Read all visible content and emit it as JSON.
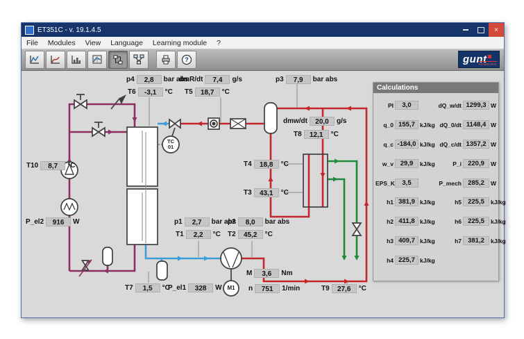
{
  "window": {
    "title": "ET351C - v. 19.1.4.5",
    "controls": {
      "close": "×"
    }
  },
  "menu": {
    "items": [
      "File",
      "Modules",
      "View",
      "Language",
      "Learning module",
      "?"
    ]
  },
  "toolbar": {
    "help_glyph": "?"
  },
  "logo": {
    "text": "gunt",
    "subtext": "HAMBURG"
  },
  "diagram": {
    "tc_label": "TC\n01",
    "motor_label": "M1",
    "sensors": {
      "p4": {
        "label": "p4",
        "value": "2,8",
        "unit": "bar abs"
      },
      "dmR": {
        "label": "dmR/dt",
        "value": "7,4",
        "unit": "g/s"
      },
      "T6": {
        "label": "T6",
        "value": "-3,1",
        "unit": "°C"
      },
      "T5": {
        "label": "T5",
        "value": "18,7",
        "unit": "°C"
      },
      "p3": {
        "label": "p3",
        "value": "7,9",
        "unit": "bar abs"
      },
      "dmw": {
        "label": "dmw/dt",
        "value": "20,0",
        "unit": "g/s"
      },
      "T8": {
        "label": "T8",
        "value": "12,1",
        "unit": "°C"
      },
      "T4": {
        "label": "T4",
        "value": "18,8",
        "unit": "°C"
      },
      "T3": {
        "label": "T3",
        "value": "43,1",
        "unit": "°C"
      },
      "p1": {
        "label": "p1",
        "value": "2,7",
        "unit": "bar abs"
      },
      "T1": {
        "label": "T1",
        "value": "2,2",
        "unit": "°C"
      },
      "p2": {
        "label": "p2",
        "value": "8,0",
        "unit": "bar abs"
      },
      "T2": {
        "label": "T2",
        "value": "45,2",
        "unit": "°C"
      },
      "T7": {
        "label": "T7",
        "value": "1,5",
        "unit": "°C"
      },
      "Pel1": {
        "label": "P_el1",
        "value": "328",
        "unit": "W"
      },
      "M": {
        "label": "M",
        "value": "3,6",
        "unit": "Nm"
      },
      "n": {
        "label": "n",
        "value": "751",
        "unit": "1/min"
      },
      "T9": {
        "label": "T9",
        "value": "27,6",
        "unit": "°C"
      },
      "T10": {
        "label": "T10",
        "value": "8,7",
        "unit": "°C"
      },
      "Pel2": {
        "label": "P_el2",
        "value": "916",
        "unit": "W"
      }
    }
  },
  "calc": {
    "title": "Calculations",
    "rows": [
      {
        "ll": "PI",
        "lv": "3,0",
        "lu": "",
        "rl": "dQ_w/dt",
        "rv": "1299,3",
        "ru": "W"
      },
      {
        "ll": "q_0",
        "lv": "155,7",
        "lu": "kJ/kg",
        "rl": "dQ_0/dt",
        "rv": "1148,4",
        "ru": "W"
      },
      {
        "ll": "q_c",
        "lv": "-184,0",
        "lu": "kJ/kg",
        "rl": "dQ_c/dt",
        "rv": "1357,2",
        "ru": "W"
      },
      {
        "ll": "w_v",
        "lv": "29,9",
        "lu": "kJ/kg",
        "rl": "P_i",
        "rv": "220,9",
        "ru": "W"
      },
      {
        "ll": "EPS_K",
        "lv": "3,5",
        "lu": "",
        "rl": "P_mech",
        "rv": "285,2",
        "ru": "W"
      }
    ],
    "hrows": [
      {
        "ll": "h1",
        "lv": "381,9",
        "lu": "kJ/kg",
        "rl": "h5",
        "rv": "225,5",
        "ru": "kJ/kg"
      },
      {
        "ll": "h2",
        "lv": "411,8",
        "lu": "kJ/kg",
        "rl": "h6",
        "rv": "225,5",
        "ru": "kJ/kg"
      },
      {
        "ll": "h3",
        "lv": "409,7",
        "lu": "kJ/kg",
        "rl": "h7",
        "rv": "381,2",
        "ru": "kJ/kg"
      },
      {
        "ll": "h4",
        "lv": "225,7",
        "lu": "kJ/kg",
        "rl": "",
        "rv": "",
        "ru": ""
      }
    ]
  },
  "colors": {
    "brine_purple": "#8e2f63",
    "refrigerant_red": "#c4262b",
    "suction_blue": "#3a9fd8",
    "water_green": "#1f8a3d",
    "titlebar_blue": "#17356b",
    "close_red": "#d24a3c"
  }
}
